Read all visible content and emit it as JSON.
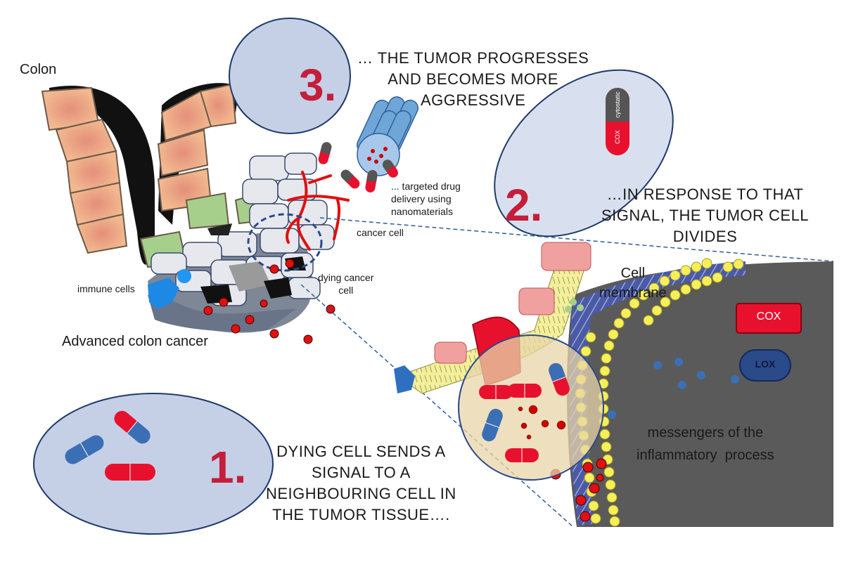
{
  "labels": {
    "colon": "Colon",
    "immune_cells": "immune cells",
    "dying_cancer_cell": "dying cancer\ncell",
    "cancer_cell": "cancer cell",
    "targeted_delivery": "... targeted drug\ndelivery using\nnanomaterials",
    "advanced_colon_cancer": "Advanced colon cancer",
    "cell_membrane": "Cell\nmembrane",
    "messengers": "messengers of the\ninflammatory  process"
  },
  "steps": [
    {
      "number": "1.",
      "text": "DYING CELL SENDS A\nSIGNAL TO A\nNEIGHBOURING CELL IN\nTHE TUMOR TISSUE…."
    },
    {
      "number": "2.",
      "text": "…IN RESPONSE TO THAT\nSIGNAL, THE TUMOR CELL\nDIVIDES"
    },
    {
      "number": "3.",
      "text": "… THE TUMOR PROGRESSES\nAND BECOMES MORE\nAGGRESSIVE"
    }
  ],
  "badges": {
    "cox": "COX",
    "lox": "LOX",
    "cytostatic": "cytostatic"
  },
  "colors": {
    "accent_red": "#c41e3a",
    "pill_red": "#e8112d",
    "pill_blue": "#3b6fb5",
    "ellipse_fill": "#c5d0e6",
    "tumor_dark": "#5a5a5a",
    "membrane_yellow": "#f5f08a"
  },
  "icons": [
    "cox-lox-capsule-icon",
    "cytostatic-capsule-icon",
    "nanotube-bundle-icon",
    "receptor-channel-icon"
  ]
}
